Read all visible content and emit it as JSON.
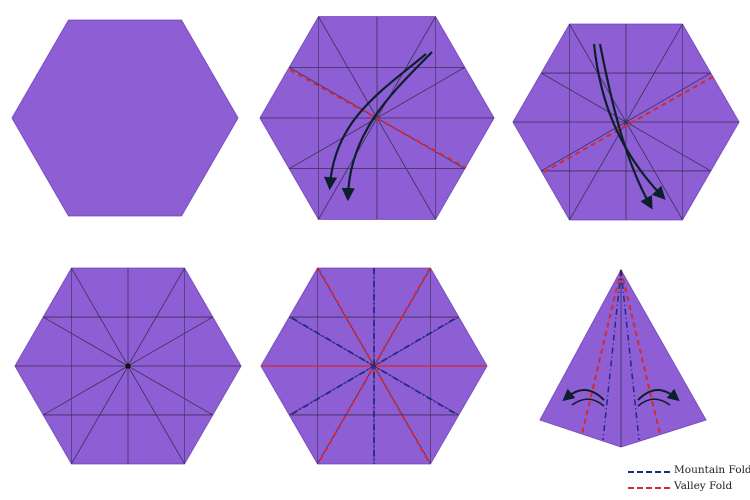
{
  "diagram": {
    "paper_color": "#8d5ed4",
    "crease_color": "#3b2f55",
    "mountain_color": "#1f2a8a",
    "valley_color": "#d42a2a",
    "arrow_color": "#0c1f2a",
    "steps": [
      {
        "id": "step-1",
        "shape": "hexagon",
        "description_icon": "blank-hexagon"
      },
      {
        "id": "step-2",
        "shape": "hexagon",
        "description_icon": "fold-arrow-icon"
      },
      {
        "id": "step-3",
        "shape": "hexagon",
        "description_icon": "fold-arrow-icon"
      },
      {
        "id": "step-4",
        "shape": "hexagon",
        "description_icon": "creased-hexagon"
      },
      {
        "id": "step-5",
        "shape": "hexagon",
        "description_icon": "mountain-valley-crease-pattern"
      },
      {
        "id": "step-6",
        "shape": "kite",
        "description_icon": "curved-arrows-icon"
      }
    ]
  },
  "legend": {
    "mountain_label": "Mountain Fold",
    "valley_label": "Valley Fold"
  }
}
